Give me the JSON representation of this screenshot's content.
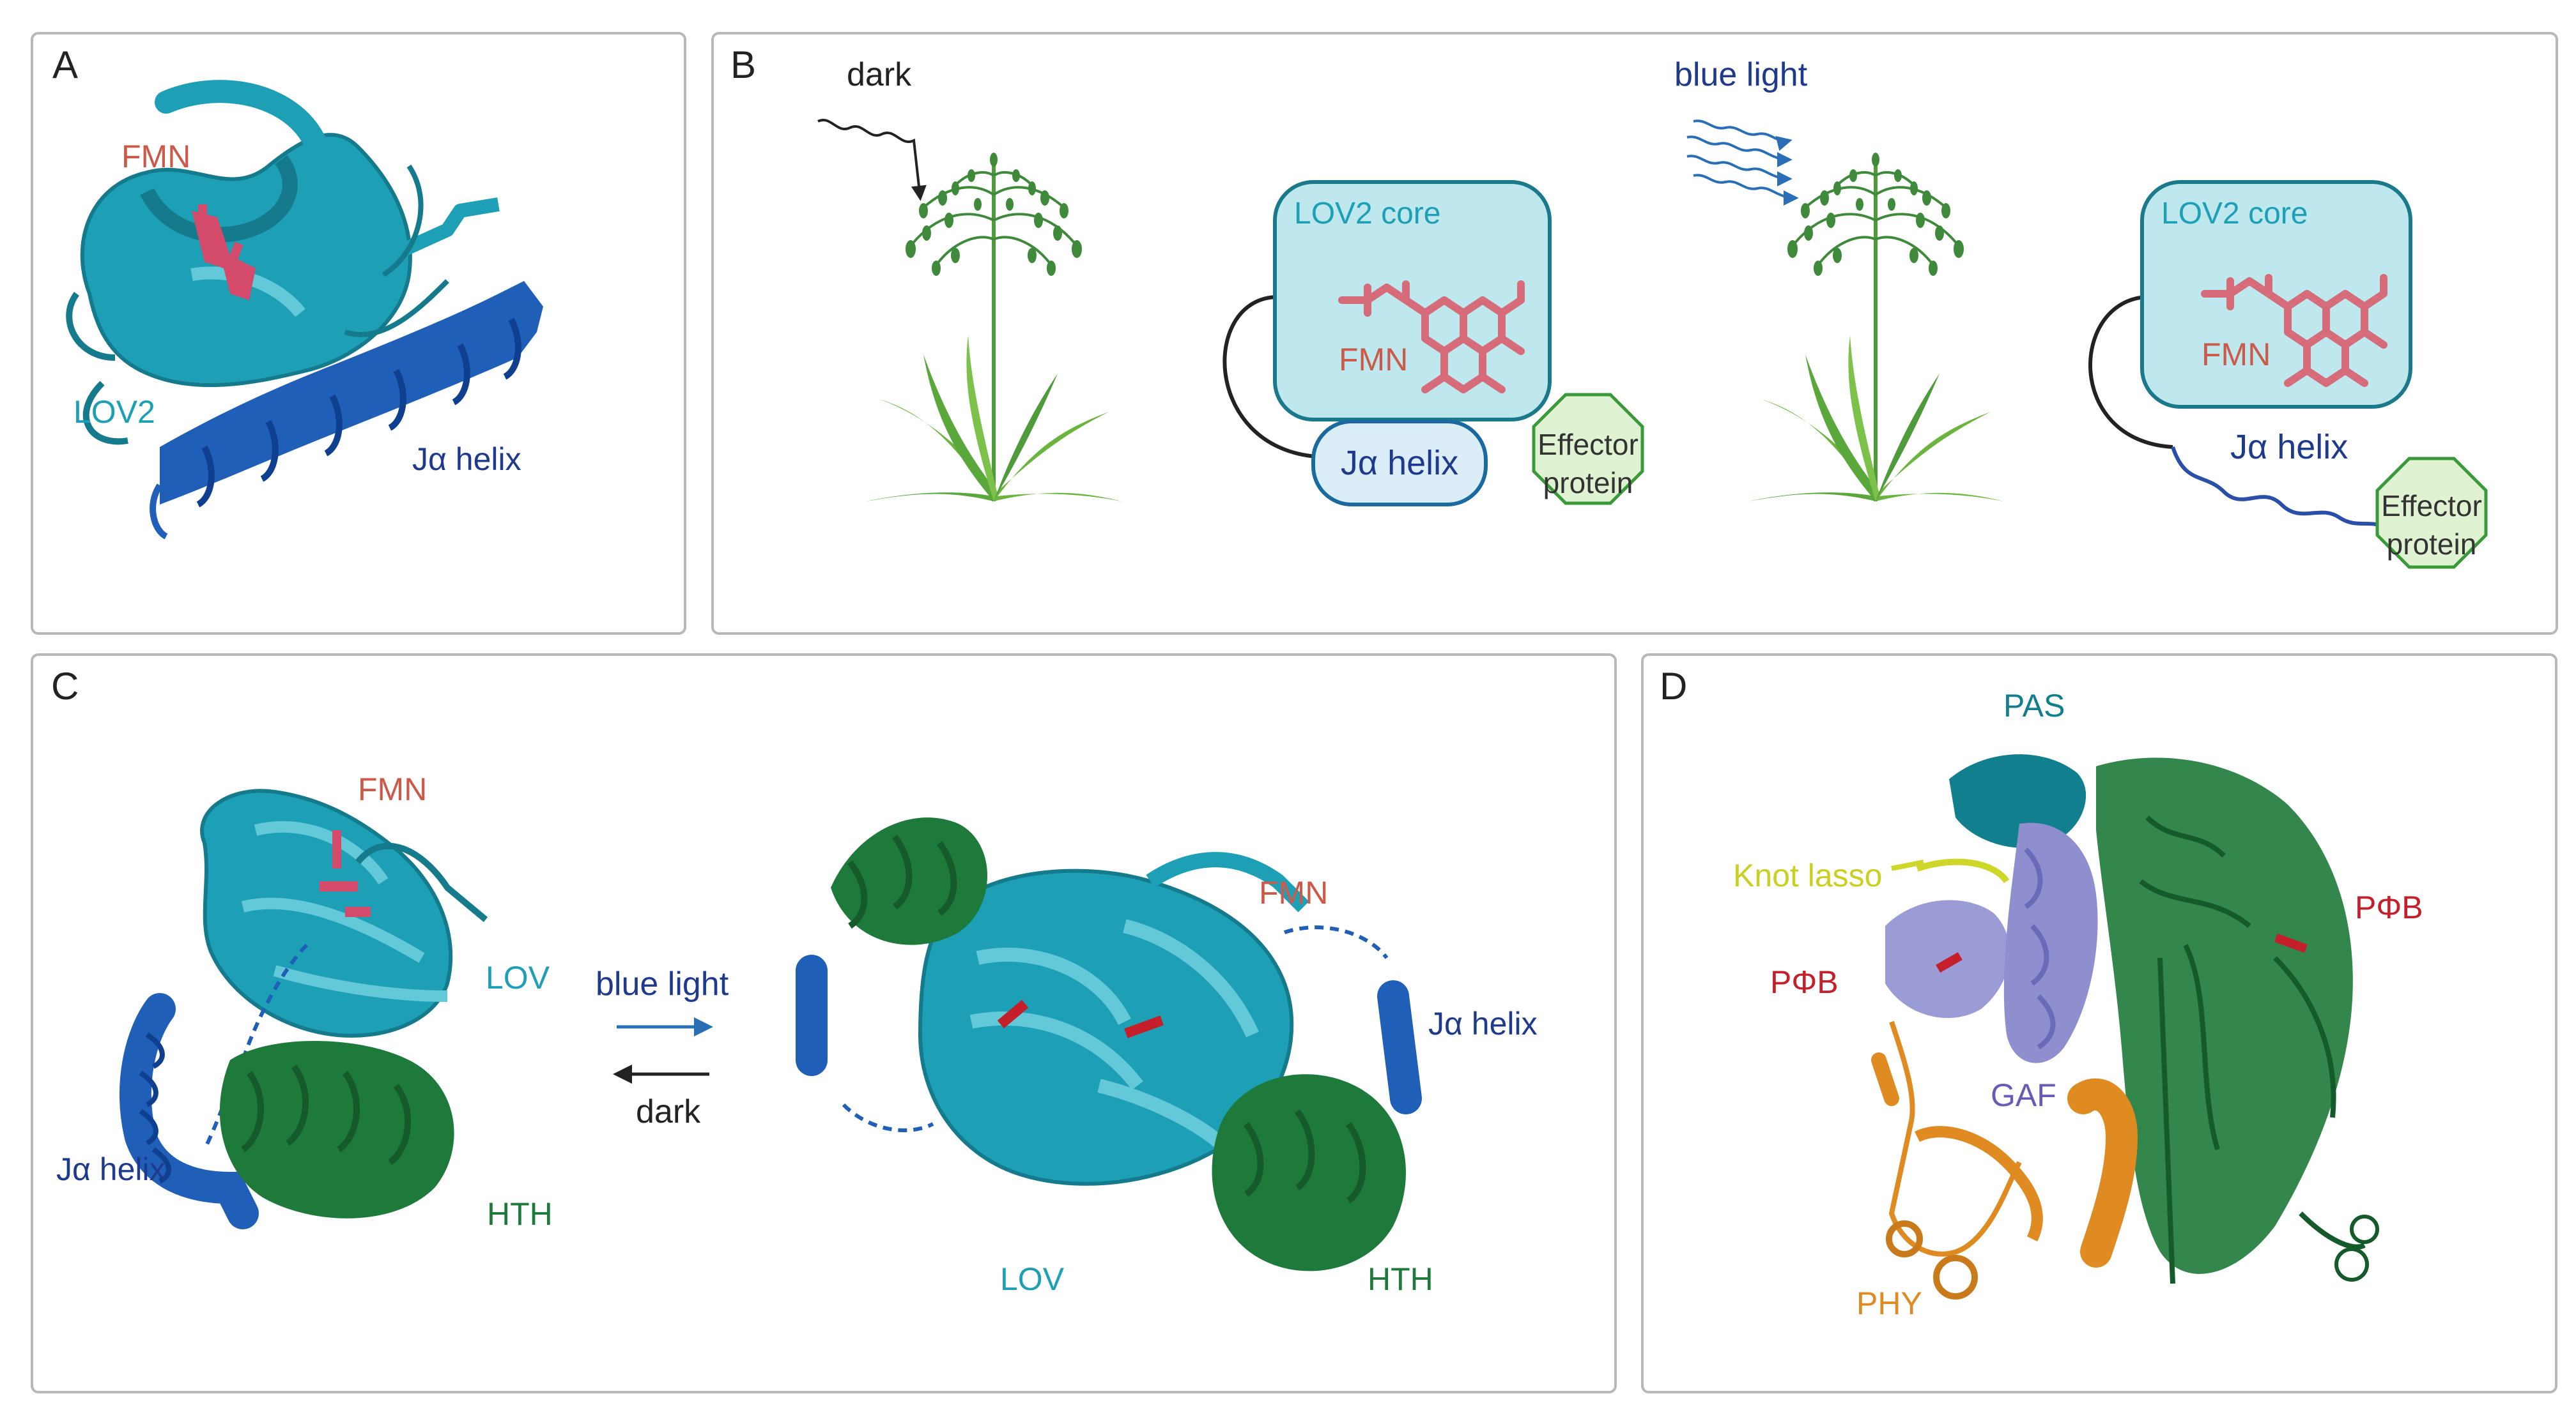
{
  "panels": {
    "a": {
      "letter": "A",
      "fmn": "FMN",
      "lov2": "LOV2",
      "ja_helix": "Jα helix"
    },
    "b": {
      "letter": "B",
      "dark": "dark",
      "blue_light": "blue light",
      "lov2_core": "LOV2 core",
      "fmn": "FMN",
      "ja_helix": "Jα helix",
      "effector_line1": "Effector",
      "effector_line2": "protein"
    },
    "c": {
      "letter": "C",
      "fmn": "FMN",
      "lov": "LOV",
      "ja_helix": "Jα helix",
      "hth": "HTH",
      "blue_light": "blue light",
      "dark": "dark"
    },
    "d": {
      "letter": "D",
      "pas": "PAS",
      "knot_lasso": "Knot lasso",
      "pfb": "PΦB",
      "gaf": "GAF",
      "phy": "PHY"
    }
  },
  "colors": {
    "cyan": "#1d9fb6",
    "teal": "#127f8f",
    "dark_blue": "#1f3a8c",
    "helix_blue": "#1f5fb8",
    "green": "#1d7a3a",
    "fmn": "#cc5a4a",
    "fmn_struct": "#d66b7a",
    "yellow": "#cfd62a",
    "lavender": "#8f8fcf",
    "orange": "#e08a22",
    "red": "#c41f2a",
    "plant": "#5aa83c"
  }
}
